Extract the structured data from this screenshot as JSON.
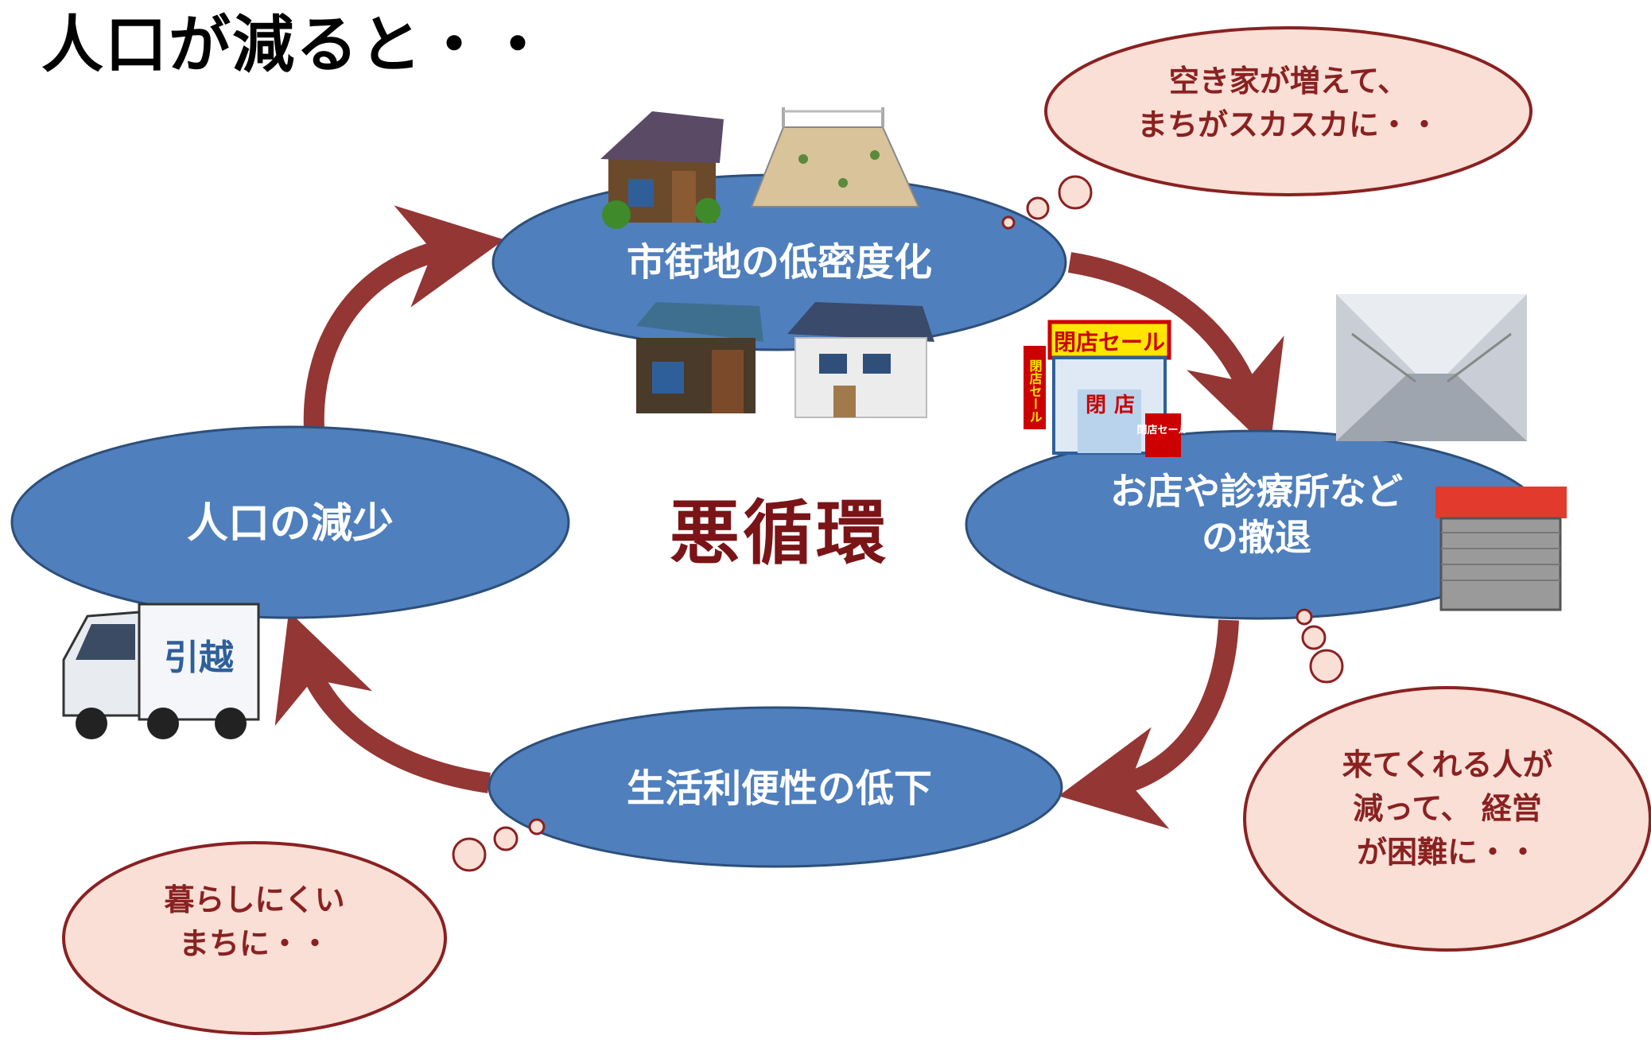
{
  "title": "人口が減ると・・",
  "center": "悪循環",
  "nodes": {
    "top": "市街地の低密度化",
    "right": [
      "お店や診療所など",
      "の撤退"
    ],
    "bottom": "生活利便性の低下",
    "left": "人口の減少"
  },
  "bubbles": {
    "top_right": [
      "空き家が増えて、",
      "まちがスカスカに・・"
    ],
    "bottom_right": [
      "来てくれる人が",
      "減って、 経営",
      "が困難に・・"
    ],
    "bottom_left": [
      "暮らしにくい",
      "まちに・・"
    ]
  },
  "illustrations": {
    "store_sign": "閉店セール",
    "store_banner": "閉店セール",
    "store_window": [
      "閉",
      "店"
    ],
    "store_board": "閉店セール",
    "truck_text": "引越"
  },
  "colors": {
    "node_fill": "#4f7fbd",
    "node_stroke": "#2d4f7a",
    "arrow": "#943634",
    "bubble_fill": "#f9dfd5",
    "bubble_stroke": "#8a2121",
    "center_text": "#7a1417"
  }
}
